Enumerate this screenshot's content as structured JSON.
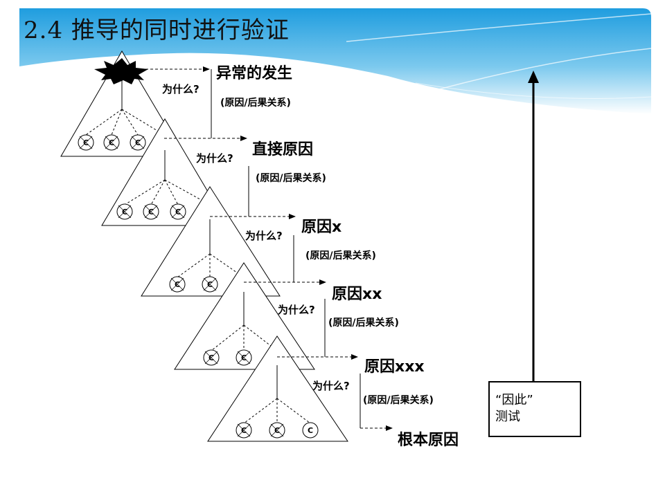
{
  "slide": {
    "title": "2.4  推导的同时进行验证"
  },
  "steps": [
    {
      "label": "异常的发生"
    },
    {
      "label": "直接原因"
    },
    {
      "label": "原因x"
    },
    {
      "label": "原因xx"
    },
    {
      "label": "原因xxx"
    },
    {
      "label": "根本原因"
    }
  ],
  "why_label": "为什么?",
  "relation_label": "(原因/后果关系)",
  "cause_node": "C",
  "test_box": {
    "line1": "“因此”",
    "line2": "测试"
  },
  "colors": {
    "sky": "#2aa3e0",
    "sky_light": "#bfe6f8",
    "ink": "#000000"
  }
}
